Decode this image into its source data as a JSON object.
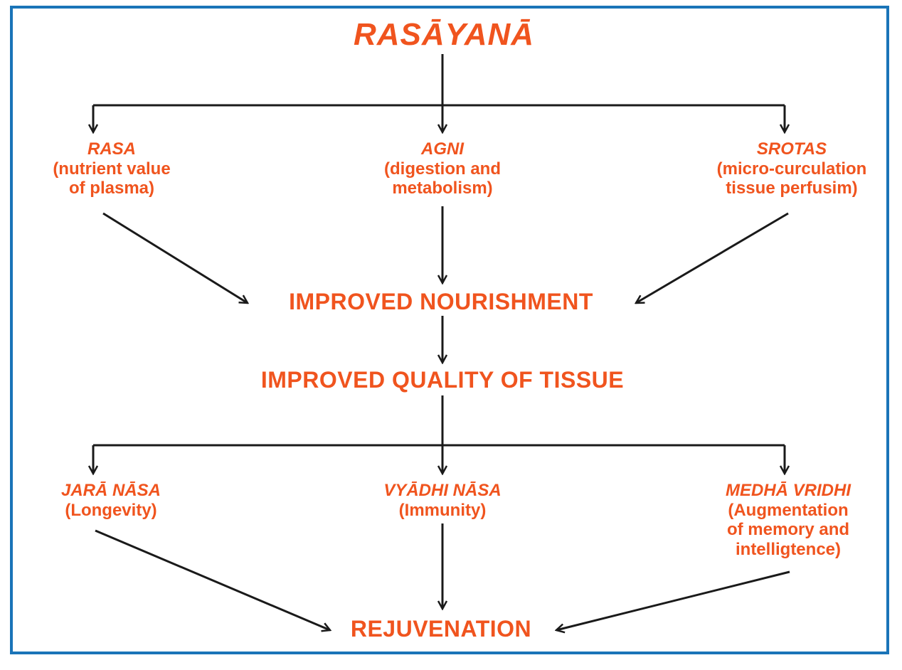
{
  "title": "RASĀYANĀ",
  "level1": [
    {
      "head": "RASA",
      "sub": [
        "(nutrient value",
        "of plasma)"
      ]
    },
    {
      "head": "AGNI",
      "sub": [
        "(digestion and",
        "metabolism)"
      ]
    },
    {
      "head": "SROTAS",
      "sub": [
        "(micro-curculation",
        "tissue perfusim)"
      ]
    }
  ],
  "middle": {
    "nourishment": "IMPROVED NOURISHMENT",
    "tissue": "IMPROVED QUALITY OF TISSUE"
  },
  "level2": [
    {
      "head": "JARĀ NĀSA",
      "sub": [
        "(Longevity)"
      ]
    },
    {
      "head": "VYĀDHI NĀSA",
      "sub": [
        "(Immunity)"
      ]
    },
    {
      "head": "MEDHĀ VRIDHI",
      "sub": [
        "(Augmentation",
        "of memory and",
        "intelligtence)"
      ]
    }
  ],
  "final": "REJUVENATION",
  "colors": {
    "text": "#f0541e",
    "border": "#1a74b8",
    "arrow": "#1a1a1a"
  }
}
